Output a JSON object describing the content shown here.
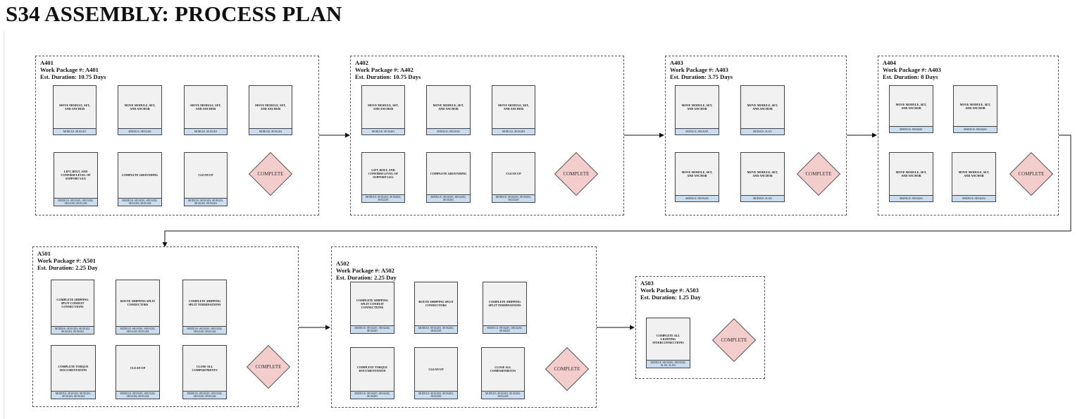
{
  "title": "S34 ASSEMBLY: PROCESS PLAN",
  "complete_label": "COMPLETE",
  "packages": [
    {
      "id": "A401",
      "work_package": "Work Package #: A401",
      "duration": "Est. Duration: 10.75 Days",
      "steps": [
        {
          "label": "MOVE MODULE, SET, AND ANCHOR",
          "module": "MODULE: SE101201"
        },
        {
          "label": "MOVE MODULE, SET, AND ANCHOR",
          "module": "MODULE: SE101202"
        },
        {
          "label": "MOVE MODULE, SET, AND ANCHOR",
          "module": "MODULE: SE101203"
        },
        {
          "label": "MOVE MODULE, SET, AND ANCHOR",
          "module": "MODULE: SE101204"
        },
        {
          "label": "LIFT, BOLT, AND CONFIRM LEVEL OF SUPPORT LEG",
          "module": "MODULE: SE101201, SE101202, SE101203, SE101204"
        },
        {
          "label": "COMPLETE GROUNDING",
          "module": "MODULE: SE101201, SE101202, SE101203, SE101204"
        },
        {
          "label": "CLEAN UP",
          "module": "MODULE: SE101201, SE101202, SE101203, SE101204"
        }
      ]
    },
    {
      "id": "A402",
      "work_package": "Work Package #: A402",
      "duration": "Est. Duration: 10.75 Days",
      "steps": [
        {
          "label": "MOVE MODULE, SET, AND ANCHOR",
          "module": "MODULE: SE102201"
        },
        {
          "label": "MOVE MODULE, SET, AND ANCHOR",
          "module": "MODULE: SE102202"
        },
        {
          "label": "MOVE MODULE, SET, AND ANCHOR",
          "module": "MODULE: SE102203"
        },
        {
          "label": "LIFT, BOLT, AND CONFIRM LEVEL OF SUPPORT LEG",
          "module": "MODULE: SE102201, SE102202, SE102203"
        },
        {
          "label": "COMPLETE GROUNDING",
          "module": "MODULE: SE102201, SE102202, SE102203"
        },
        {
          "label": "CLEAN UP",
          "module": "MODULE: SE102201, SE102202, SE102203"
        }
      ]
    },
    {
      "id": "A403",
      "work_package": "Work Package #: A403",
      "duration": "Est. Duration: 3.75 Days",
      "steps": [
        {
          "label": "MOVE MODULE, SET, AND ANCHOR",
          "module": "MODULE: SE103201"
        },
        {
          "label": "MOVE MODULE, SET, AND ANCHOR",
          "module": "MODULE: SL101"
        },
        {
          "label": "MOVE MODULE, SET, AND ANCHOR",
          "module": "MODULE: SE103202"
        },
        {
          "label": "MOVE MODULE, SET, AND ANCHOR",
          "module": "MODULE: SL102"
        }
      ]
    },
    {
      "id": "A404",
      "work_package": "Work Package #: A403",
      "duration": "Est. Duration: 8 Days",
      "steps": [
        {
          "label": "MOVE MODULE, SET, AND ANCHOR",
          "module": "MODULE: SE104201"
        },
        {
          "label": "MOVE MODULE, SET, AND ANCHOR",
          "module": "MODULE: SE104202"
        },
        {
          "label": "MOVE MODULE, SET, AND ANCHOR",
          "module": "MODULE: SE104203"
        },
        {
          "label": "MOVE MODULE, SET, AND ANCHOR",
          "module": "MODULE: SE104204"
        }
      ]
    },
    {
      "id": "A501",
      "work_package": "Work Package #: A501",
      "duration": "Est. Duration: 2.25 Day",
      "steps": [
        {
          "label": "COMPLETE SHIPPING SPLIT CONDUIT CONNECTIONS",
          "module": "MODULE: SE101201, SE101202, SE101203, SE101204"
        },
        {
          "label": "ROUTE SHIPPING SPLIT CONDUCTORS",
          "module": "MODULE: SE101201, SE101202, SE101203, SE101204"
        },
        {
          "label": "COMPLETE SHIPPING SPLIT TERMINATIONS",
          "module": "MODULE: SE101201, SE101202, SE101203, SE101204"
        },
        {
          "label": "COMPLETE TORQUE DOCUMENTATION",
          "module": "MODULE: SE101201, SE101202, SE101203, SE101204"
        },
        {
          "label": "CLEAN UP",
          "module": "MODULE: SE101201, SE101202, SE101203, SE101204"
        },
        {
          "label": "CLOSE ALL COMPARTMENTS",
          "module": "MODULE: SE101201, SE101202, SE101203, SE101204"
        }
      ]
    },
    {
      "id": "A502",
      "work_package": "Work Package #: A502",
      "duration": "Est. Duration: 2.25 Day",
      "steps": [
        {
          "label": "COMPLETE SHIPPING SPLIT CONDUIT CONNECTIONS",
          "module": "MODULE: SE102201, SE102202, SE102203"
        },
        {
          "label": "ROUTE SHIPPING SPLIT CONDUCTORS",
          "module": "MODULE: SE102201, SE102202, SE102203"
        },
        {
          "label": "COMPLETE SHIPPING SPLIT TERMINATIONS",
          "module": "MODULE: SE102201, SE102202, SE102203"
        },
        {
          "label": "COMPLETE TORQUE DOCUMENTATION",
          "module": "MODULE: SE102201, SE102202, SE102203"
        },
        {
          "label": "CLEAN UP",
          "module": "MODULE: SE102201, SE102202, SE102203"
        },
        {
          "label": "CLOSE ALL COMPARTMENTS",
          "module": "MODULE: SE102201, SE102202, SE102203"
        }
      ]
    },
    {
      "id": "A503",
      "work_package": "Work Package #: A503",
      "duration": "Est. Duration: 1.25 Day",
      "steps": [
        {
          "label": "COMPLETE ALL LIGHTING INTERCONNECTIONS",
          "module": "MODULE: SE103201, SE103202, SL101, SL102"
        }
      ]
    }
  ]
}
